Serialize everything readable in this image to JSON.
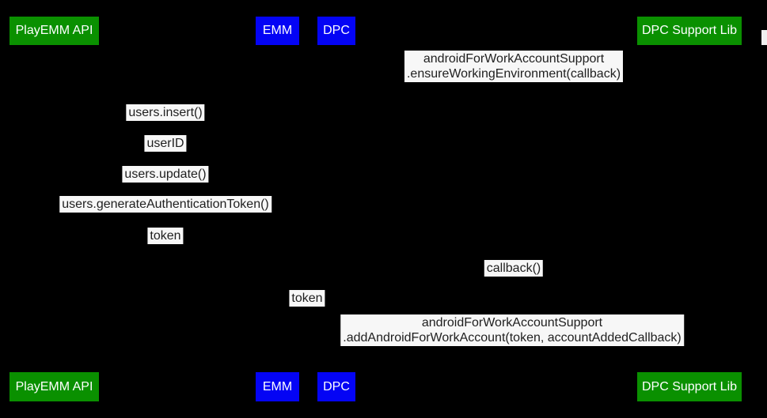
{
  "diagram": {
    "type": "sequence-diagram",
    "background_color": "#000000",
    "actor_green_color": "#0a9000",
    "actor_blue_color": "#0404f5",
    "message_label_bg": "#f7f7f7",
    "message_text_color": "#1f1f1f",
    "actor_text_color": "#ffffff"
  },
  "actors": {
    "playemm": {
      "label": "PlayEMM API"
    },
    "emm": {
      "label": "EMM"
    },
    "dpc": {
      "label": "DPC"
    },
    "dpcsl": {
      "label": "DPC Support Lib"
    }
  },
  "messages": [
    {
      "from": "DPC",
      "to": "DPC Support Lib",
      "lines": [
        "androidForWorkAccountSupport",
        ".ensureWorkingEnvironment(callback)"
      ]
    },
    {
      "from": "PlayEMM API",
      "to": "EMM",
      "lines": [
        "users.insert()"
      ]
    },
    {
      "from": "EMM",
      "to": "PlayEMM API",
      "lines": [
        "userID"
      ]
    },
    {
      "from": "PlayEMM API",
      "to": "EMM",
      "lines": [
        "users.update()"
      ]
    },
    {
      "from": "PlayEMM API",
      "to": "EMM",
      "lines": [
        "users.generateAuthenticationToken()"
      ]
    },
    {
      "from": "EMM",
      "to": "PlayEMM API",
      "lines": [
        "token"
      ]
    },
    {
      "from": "DPC Support Lib",
      "to": "DPC",
      "lines": [
        "callback()"
      ]
    },
    {
      "from": "EMM",
      "to": "DPC",
      "lines": [
        "token"
      ]
    },
    {
      "from": "DPC",
      "to": "DPC Support Lib",
      "lines": [
        "androidForWorkAccountSupport",
        ".addAndroidForWorkAccount(token, accountAddedCallback)"
      ]
    }
  ]
}
